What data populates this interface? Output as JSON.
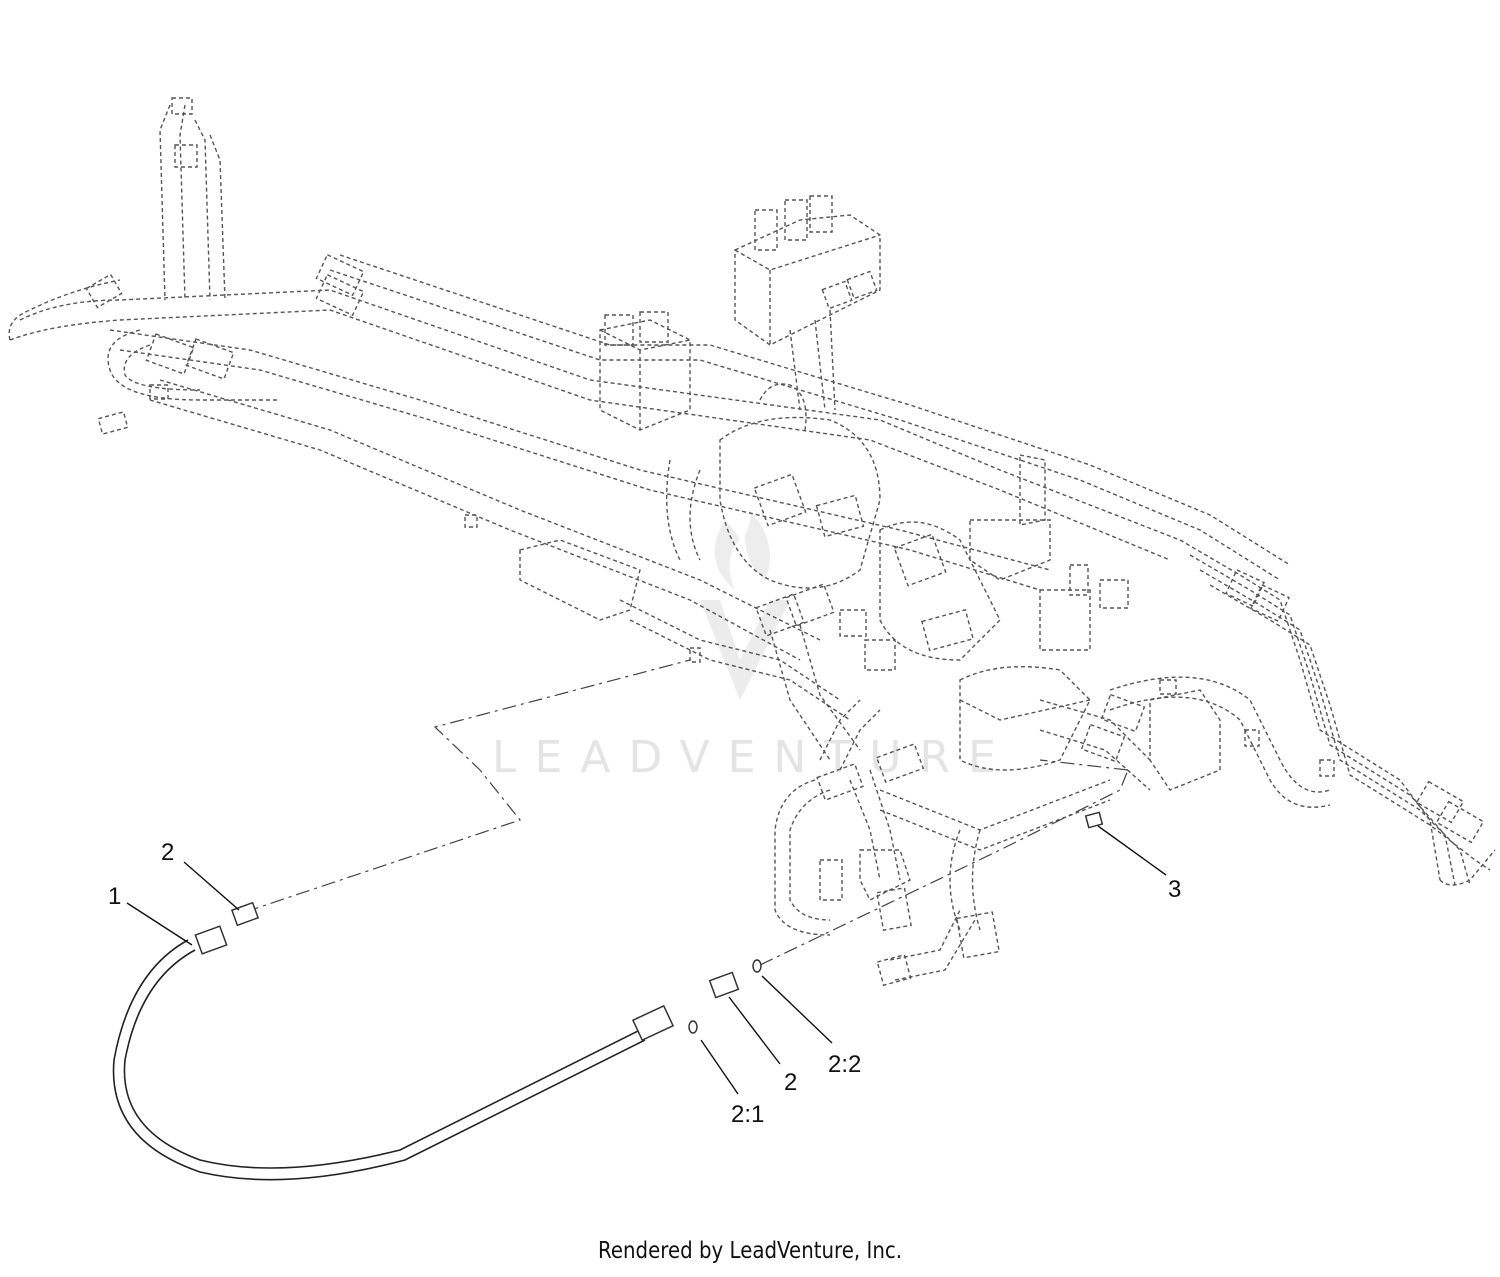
{
  "callouts": [
    {
      "id": "c1",
      "label": "1"
    },
    {
      "id": "c2a",
      "label": "2"
    },
    {
      "id": "c2b",
      "label": "2"
    },
    {
      "id": "c21",
      "label": "2:1"
    },
    {
      "id": "c22",
      "label": "2:2"
    },
    {
      "id": "c3",
      "label": "3"
    }
  ],
  "watermark": "LEADVENTURE",
  "footer": "Rendered by LeadVenture, Inc."
}
